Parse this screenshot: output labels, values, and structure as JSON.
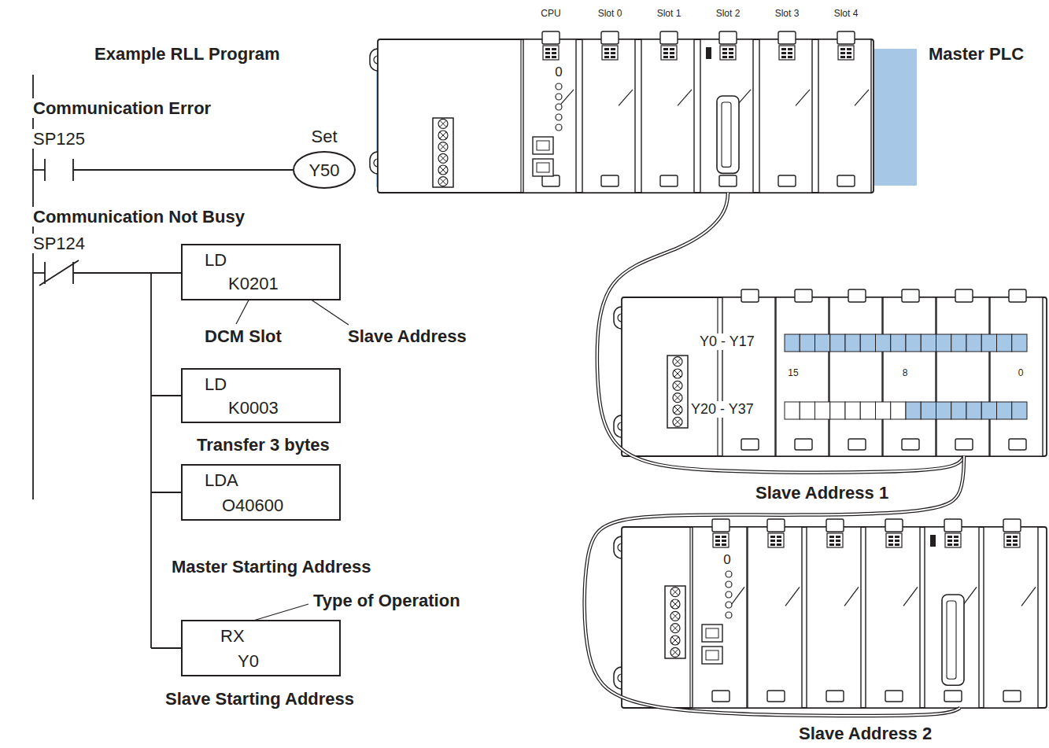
{
  "diagram": {
    "nodes": [
      {
        "text": [
          "Set",
          "Y50"
        ]
      },
      {
        "text": [
          "LD",
          "K0201"
        ]
      },
      {
        "text": [
          "LD",
          "K0003"
        ]
      },
      {
        "text": [
          "LDA",
          "O40600"
        ]
      },
      {
        "text": [
          "RX",
          "Y0"
        ]
      },
      {
        "text": [
          "Master PLC"
        ]
      },
      {
        "text": [
          "Slave Address 1"
        ]
      },
      {
        "text": [
          "Slave Address 2"
        ]
      }
    ],
    "edges": [
      {
        "from": 5,
        "to": 6,
        "arrow": "none"
      },
      {
        "from": 6,
        "to": 7,
        "arrow": "none"
      }
    ],
    "labels": [
      "Example RLL Program",
      "Communication Error",
      "SP125",
      "Communication Not Busy",
      "SP124",
      "DCM Slot",
      "Slave Address",
      "Transfer 3 bytes",
      "Master Starting Address",
      "Type of Operation",
      "Slave Starting Address",
      "CPU",
      "Slot 0",
      "Slot 1",
      "Slot 2",
      "Slot 3",
      "Slot 4",
      "0",
      "Y0 - Y17",
      "15",
      "8",
      "0",
      "Y20 - Y37",
      "0"
    ]
  }
}
